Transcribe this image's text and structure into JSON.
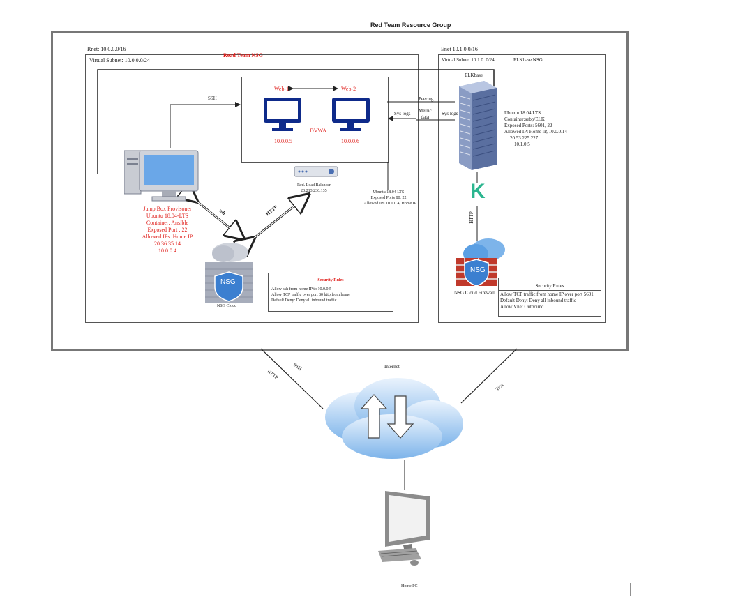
{
  "diagram": {
    "title": "Red Team Resource Group",
    "left_vnet": {
      "vnet_label": "Rnet: 10.0.0.0/16",
      "subnet_label": "Virtual Subnet: 10.0.0.0/24",
      "nsg_label": "Read Team NSG",
      "ssh_label": "SSH",
      "web1_label": "Web-1",
      "web2_label": "Web-2",
      "dvwa_label": "DVWA",
      "web1_ip": "10.0.0.5",
      "web2_ip": "10.0.0.6",
      "lb_name": "Red. Load Balancer",
      "lb_ip": "20.213.236.135",
      "web_info": [
        "Ubuntu 18.04 LTS",
        "Exposed Ports 80, 22",
        "Allowed IPs 10.0.0.4, Home IP"
      ],
      "jump_box_info": [
        "Jump Box Provisoner",
        "Ubuntu 18.04-LTS",
        "Container: Ansible",
        "Exposed Port : 22",
        "Allowed IPs: Home IP",
        "20.36.35.14",
        "10.0.0.4"
      ],
      "ssh_diag_label": "ssh",
      "http_diag_label": "HTTP",
      "nsg_cloud_label": "NSG Cloud",
      "nsg_badge": "NSG",
      "rules_title": "Security Rules",
      "rules": [
        "Allow ssh from home IP to 10.0.0.5",
        "Allow TCP traffic over port 80 http from home",
        "Default Deny: Deny all inbound traffic"
      ]
    },
    "right_vnet": {
      "vnet_label": "Enet 10.1.0.0/16",
      "subnet_label": "Virtual Subnet 10.1.0..0/24",
      "nsg_label": "ELKbase NSG",
      "server_label": "ELKbase",
      "peering_label": "Peering",
      "syslogs_left": "Sys logs",
      "metric_label": "Metric\ndata",
      "syslogs_right": "Sys logs",
      "elk_info": [
        "Ubuntu 18.04 LTS",
        "Container:sebp/ELK",
        "Exposed Ports: 5601, 22",
        "Allowed IP: Home IP, 10.0.0.14",
        "20.53.225.227",
        "10.1.0.5"
      ],
      "http_label": "HTTP",
      "kibana_letter": "K",
      "firewall_label": "NSG Cloud Firewall",
      "nsg_badge": "NSG",
      "rules_title": "Security Rules",
      "rules": [
        "Allow TCP traffic from home IP over port 5601",
        "Default Deny: Deny all inbound traffic",
        "Allow Vnet Outbound"
      ]
    },
    "internet": {
      "label": "Internet",
      "ssh_label": "SSH",
      "http_label": "HTTP",
      "text_label": "Text"
    },
    "home_pc_label": "Home PC"
  },
  "colors": {
    "red_text": "#e0201c",
    "monitor_blue": "#0e2a8a",
    "server_blue": "#5a6fa0",
    "cloud_blue": "#7db4ea",
    "kibana_green": "#2bb58f",
    "firewall_red": "#c0392b",
    "nsg_shield": "#3b7fd0"
  },
  "icons": [
    "desktop-icon",
    "monitor-icon",
    "load-balancer-icon",
    "cloud-icon",
    "nsg-shield-icon",
    "server-rack-icon",
    "kibana-icon",
    "firewall-icon",
    "internet-cloud-icon",
    "home-pc-icon"
  ]
}
